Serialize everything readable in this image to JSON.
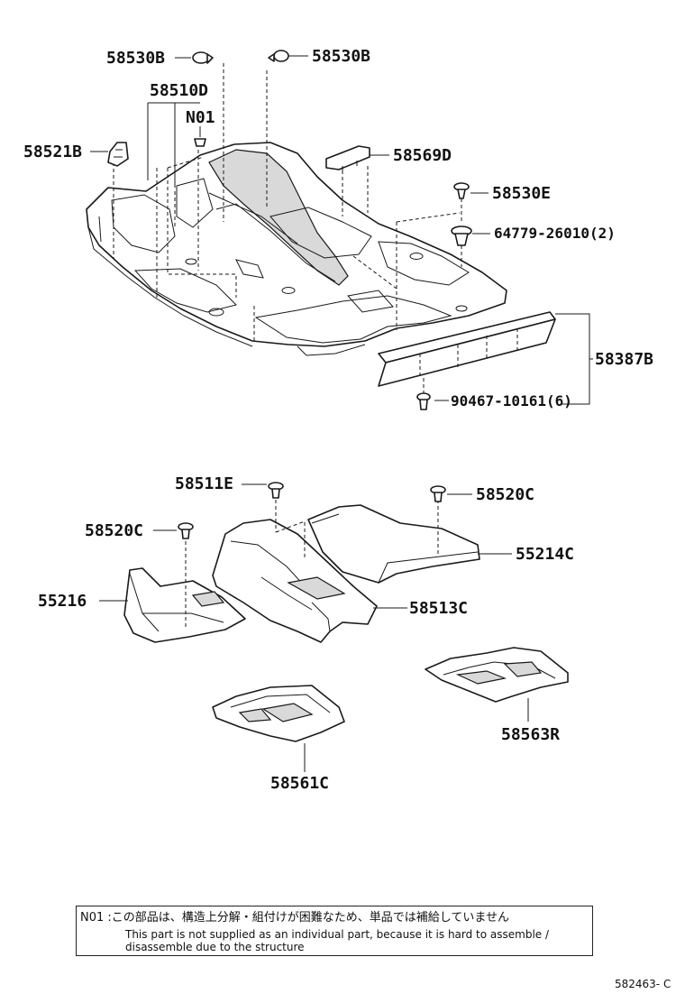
{
  "labels": {
    "p58530b_left": "58530B",
    "p58530b_right": "58530B",
    "p58510d": "58510D",
    "n01": "N01",
    "p58521b": "58521B",
    "p58569d": "58569D",
    "p58530e": "58530E",
    "p64779": "64779-26010(2)",
    "p58387b": "58387B",
    "p90467": "90467-10161(6)",
    "p58511e": "58511E",
    "p58520c_right": "58520C",
    "p58520c_left": "58520C",
    "p55214c": "55214C",
    "p55216": "55216",
    "p58513c": "58513C",
    "p58563r": "58563R",
    "p58561c": "58561C"
  },
  "note": {
    "line1": "N01 :この部品は、構造上分解・組付けが困難なため、単品では補給していません",
    "line2": "This part is not supplied as an individual part, because it is hard to assemble /",
    "line3": "disassemble due to the structure"
  },
  "diagram_code": "582463- C"
}
